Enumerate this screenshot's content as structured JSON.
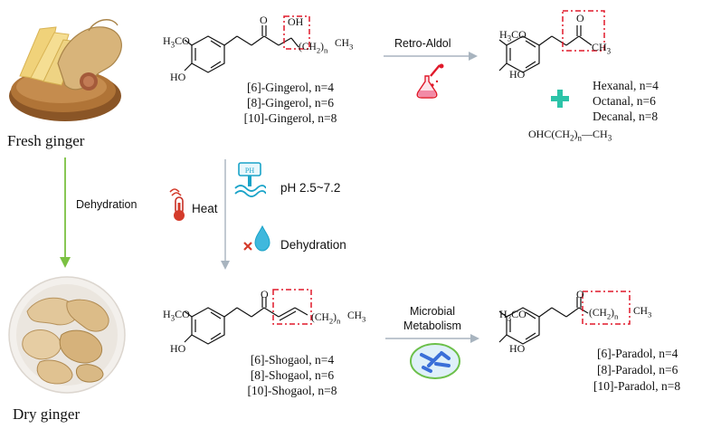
{
  "fresh_ginger": {
    "caption": "Fresh ginger"
  },
  "dry_ginger": {
    "caption": "Dry ginger"
  },
  "process_left": {
    "label": "Dehydration"
  },
  "conditions": {
    "heat": "Heat",
    "ph": "pH 2.5~7.2",
    "dehydration": "Dehydration"
  },
  "gingerol": {
    "lines": [
      "[6]-Gingerol, n=4",
      "[8]-Gingerol, n=6",
      "[10]-Gingerol, n=8"
    ],
    "atoms": {
      "methoxy": "H3CO",
      "hydroxy": "HO",
      "oh": "OH",
      "o": "O",
      "chain": "(CH2)n",
      "ch3": "CH3"
    }
  },
  "retro_aldol": {
    "label": "Retro-Aldol"
  },
  "ketone": {
    "atoms": {
      "methoxy": "H3CO",
      "hydroxy": "HO",
      "o": "O",
      "ch3": "CH3"
    }
  },
  "aldehydes": {
    "lines": [
      "Hexanal, n=4",
      "Octanal, n=6",
      "Decanal, n=8"
    ],
    "formula": "OHC(CH2)n—CH3"
  },
  "shogaol": {
    "lines": [
      "[6]-Shogaol, n=4",
      "[8]-Shogaol, n=6",
      "[10]-Shogaol, n=8"
    ],
    "atoms": {
      "methoxy": "H3CO",
      "hydroxy": "HO",
      "o": "O",
      "chain": "(CH2)n",
      "ch3": "CH3"
    }
  },
  "microbial": {
    "label_line1": "Microbial",
    "label_line2": "Metabolism"
  },
  "paradol": {
    "lines": [
      "[6]-Paradol, n=4",
      "[8]-Paradol, n=6",
      "[10]-Paradol, n=8"
    ],
    "atoms": {
      "methoxy": "H3CO",
      "hydroxy": "HO",
      "o": "O",
      "chain": "(CH2)n",
      "ch3": "CH3"
    }
  },
  "colors": {
    "green_arrow": "#7bc142",
    "gray_arrow": "#a8b4bf",
    "highlight_box": "#e0192a",
    "plus": "#2cc3a8",
    "water": "#1aa3c8",
    "bacteria": "#3a6fd8",
    "ellipse_ring": "#6cc04a"
  }
}
